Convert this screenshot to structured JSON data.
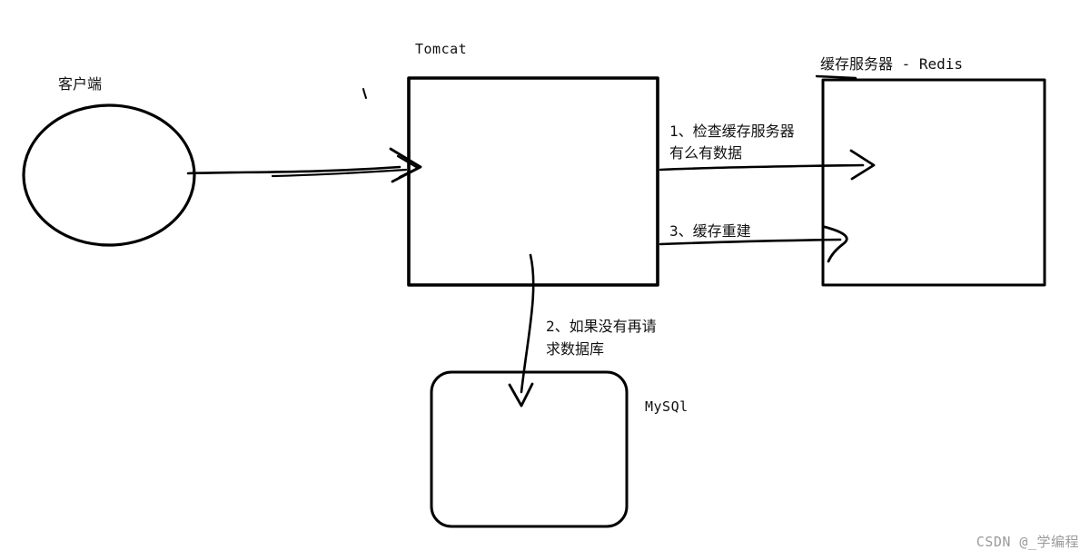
{
  "diagram": {
    "nodes": [
      {
        "id": "client",
        "shape": "ellipse",
        "label": "客户端"
      },
      {
        "id": "tomcat",
        "shape": "rect",
        "label": "Tomcat"
      },
      {
        "id": "redis",
        "shape": "rect",
        "label": "缓存服务器 - Redis"
      },
      {
        "id": "mysql",
        "shape": "rounded-rect",
        "label": "MySQl"
      }
    ],
    "edges": [
      {
        "from": "client",
        "to": "tomcat",
        "label": ""
      },
      {
        "from": "tomcat",
        "to": "redis",
        "label_line1": "1、检查缓存服务器",
        "label_line2": "有么有数据"
      },
      {
        "from": "tomcat",
        "to": "mysql",
        "label_line1": "2、如果没有再请",
        "label_line2": "求数据库"
      },
      {
        "from": "tomcat",
        "to": "redis",
        "label": "3、缓存重建"
      }
    ],
    "colors": {
      "ink": "#000000",
      "background": "#ffffff",
      "watermark": "#9b9b9b"
    }
  },
  "watermark": "CSDN @_学编程"
}
